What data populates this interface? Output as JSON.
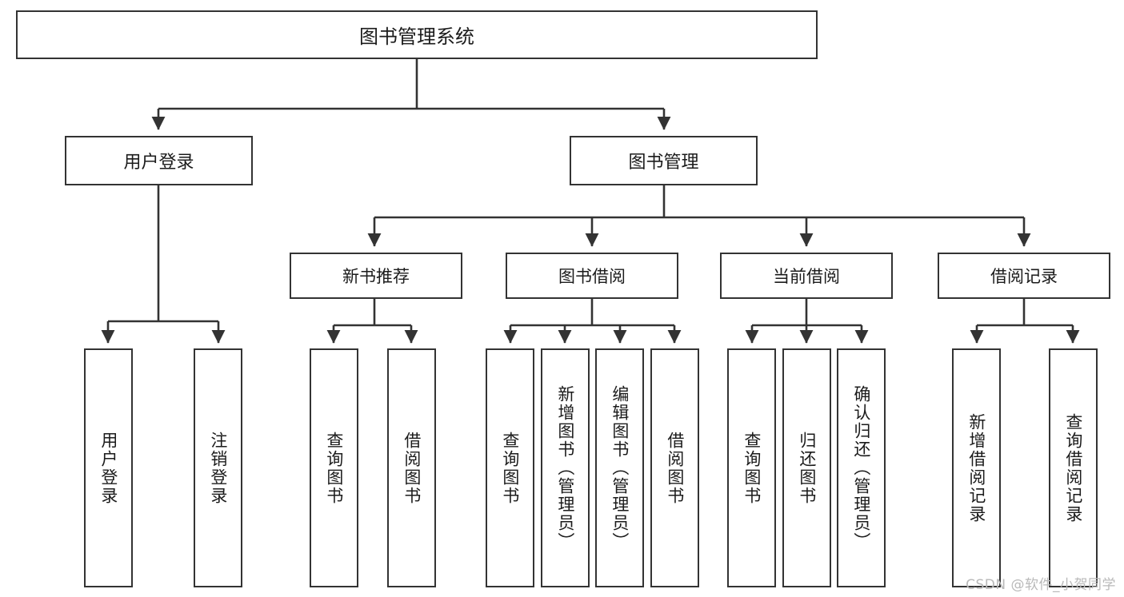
{
  "diagram": {
    "type": "tree",
    "title": "图书管理系统",
    "watermark": "CSDN @软件_小贺同学",
    "colors": {
      "box_border": "#333333",
      "box_fill": "#ffffff",
      "connector": "#333333",
      "text": "#1b1b1b",
      "watermark": "#b9b9b9",
      "background": "#ffffff"
    },
    "nodes": {
      "root": {
        "label": "图书管理系统"
      },
      "level1": [
        {
          "label": "用户登录"
        },
        {
          "label": "图书管理"
        }
      ],
      "level2": [
        {
          "label": "新书推荐"
        },
        {
          "label": "图书借阅"
        },
        {
          "label": "当前借阅"
        },
        {
          "label": "借阅记录"
        }
      ],
      "leaves": {
        "user_login": [
          {
            "label": "用户登录"
          },
          {
            "label": "注销登录"
          }
        ],
        "new_book_recommend": [
          {
            "label": "查询图书"
          },
          {
            "label": "借阅图书"
          }
        ],
        "book_borrow": [
          {
            "label": "查询图书"
          },
          {
            "label": "新增图书（管理员）"
          },
          {
            "label": "编辑图书（管理员）"
          },
          {
            "label": "借阅图书"
          }
        ],
        "current_borrow": [
          {
            "label": "查询图书"
          },
          {
            "label": "归还图书"
          },
          {
            "label": "确认归还（管理员）"
          }
        ],
        "borrow_record": [
          {
            "label": "新增借阅记录"
          },
          {
            "label": "查询借阅记录"
          }
        ]
      }
    }
  }
}
